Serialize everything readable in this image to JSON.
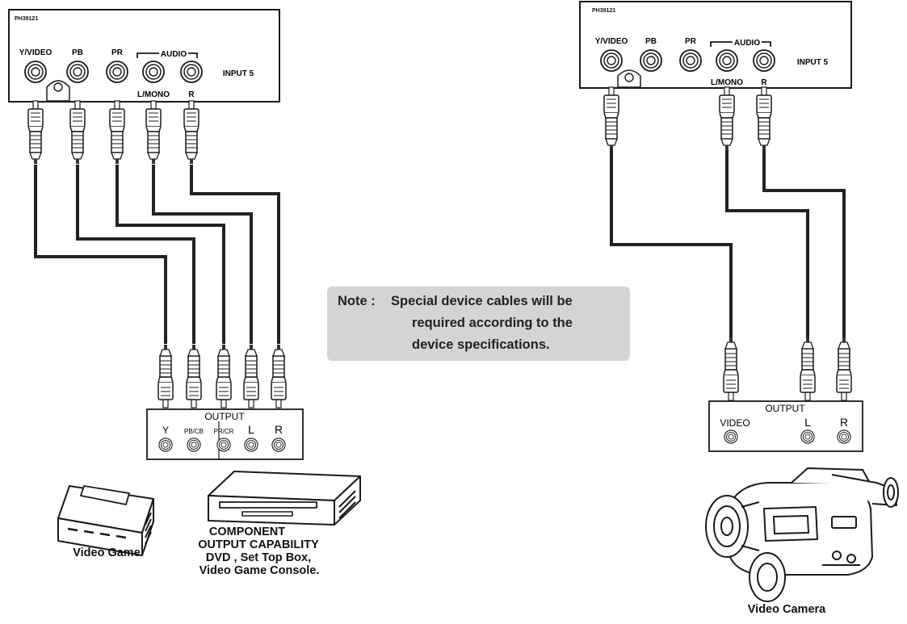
{
  "left_panel": {
    "model": "PH39121",
    "ports": {
      "y_video": "Y/VIDEO",
      "pb": "PB",
      "pr": "PR",
      "audio": "AUDIO",
      "l_mono": "L/MONO",
      "r": "R"
    },
    "input_label": "INPUT 5"
  },
  "right_panel": {
    "model": "PH39121",
    "ports": {
      "y_video": "Y/VIDEO",
      "pb": "PB",
      "pr": "PR",
      "audio": "AUDIO",
      "l_mono": "L/MONO",
      "r": "R"
    },
    "input_label": "INPUT 5"
  },
  "left_output": {
    "title": "OUTPUT",
    "labels": {
      "y": "Y",
      "pb_cb": "PB/CB",
      "pr_cr": "PR/CR",
      "l": "L",
      "r": "R"
    }
  },
  "right_output": {
    "title": "OUTPUT",
    "labels": {
      "video": "VIDEO",
      "l": "L",
      "r": "R"
    }
  },
  "note": {
    "prefix": "Note :",
    "line1": "Special device cables will be",
    "line2": "required  according  to  the",
    "line3": "device specifications."
  },
  "captions": {
    "video_game": "Video Game",
    "component_line1": "COMPONENT",
    "component_line2": "OUTPUT CAPABILITY",
    "component_line3": "DVD , Set Top Box,",
    "component_line4": "Video Game Console.",
    "video_camera": "Video Camera"
  },
  "colors": {
    "cable": "#222222",
    "note_bg": "#d4d4d4"
  }
}
